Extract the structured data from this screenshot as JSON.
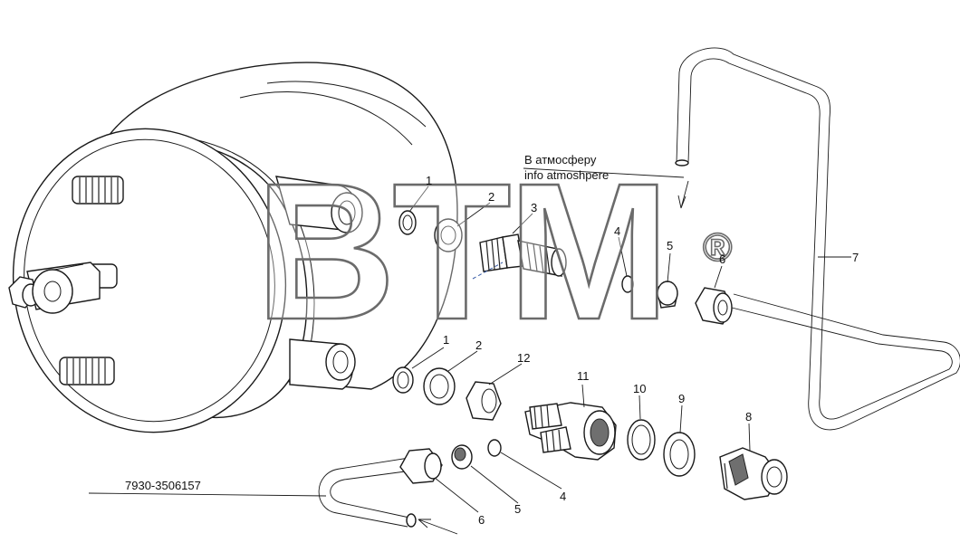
{
  "watermark": {
    "brand": "BTM",
    "registered": "®"
  },
  "annotations": {
    "atmosphere_ru": "В атмосферу",
    "atmosphere_en": "info atmoshpere",
    "part_number": "7930-3506157"
  },
  "callouts": [
    "1",
    "2",
    "3",
    "4",
    "5",
    "6",
    "7",
    "1",
    "2",
    "12",
    "11",
    "10",
    "9",
    "8",
    "6",
    "5",
    "4"
  ]
}
